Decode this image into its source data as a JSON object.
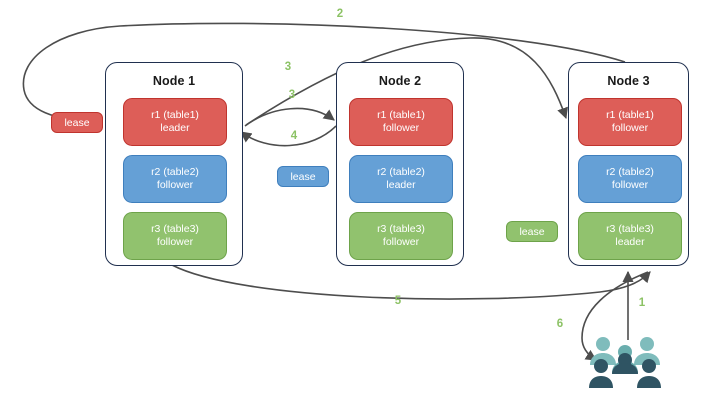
{
  "diagram": {
    "title": "distributed-lease-and-raft-replica-diagram",
    "colors": {
      "red": "#dd5e58",
      "blue": "#65a0d6",
      "green": "#91c26e",
      "step_label": "#8cc265",
      "edge": "#4d4d4d",
      "node_border": "#20304f",
      "people_light": "#7fbcbc",
      "people_dark": "#2f5463"
    }
  },
  "nodes": [
    {
      "id": "node1",
      "title": "Node 1",
      "replicas": [
        {
          "name": "r1 (table1)",
          "role": "leader",
          "color": "red"
        },
        {
          "name": "r2 (table2)",
          "role": "follower",
          "color": "blue"
        },
        {
          "name": "r3 (table3)",
          "role": "follower",
          "color": "green"
        }
      ]
    },
    {
      "id": "node2",
      "title": "Node 2",
      "replicas": [
        {
          "name": "r1 (table1)",
          "role": "follower",
          "color": "red"
        },
        {
          "name": "r2 (table2)",
          "role": "leader",
          "color": "blue"
        },
        {
          "name": "r3 (table3)",
          "role": "follower",
          "color": "green"
        }
      ]
    },
    {
      "id": "node3",
      "title": "Node 3",
      "replicas": [
        {
          "name": "r1 (table1)",
          "role": "follower",
          "color": "red"
        },
        {
          "name": "r2 (table2)",
          "role": "follower",
          "color": "blue"
        },
        {
          "name": "r3 (table3)",
          "role": "leader",
          "color": "green"
        }
      ]
    }
  ],
  "leases": [
    {
      "id": "lease-table1",
      "label": "lease",
      "color": "red"
    },
    {
      "id": "lease-table2",
      "label": "lease",
      "color": "blue"
    },
    {
      "id": "lease-table3",
      "label": "lease",
      "color": "green"
    }
  ],
  "steps": [
    {
      "id": "step-1",
      "label": "1"
    },
    {
      "id": "step-2",
      "label": "2"
    },
    {
      "id": "step-3a",
      "label": "3"
    },
    {
      "id": "step-3b",
      "label": "3"
    },
    {
      "id": "step-4",
      "label": "4"
    },
    {
      "id": "step-5",
      "label": "5"
    },
    {
      "id": "step-6",
      "label": "6"
    }
  ],
  "actor": {
    "id": "clients",
    "icon": "people-group-icon"
  }
}
